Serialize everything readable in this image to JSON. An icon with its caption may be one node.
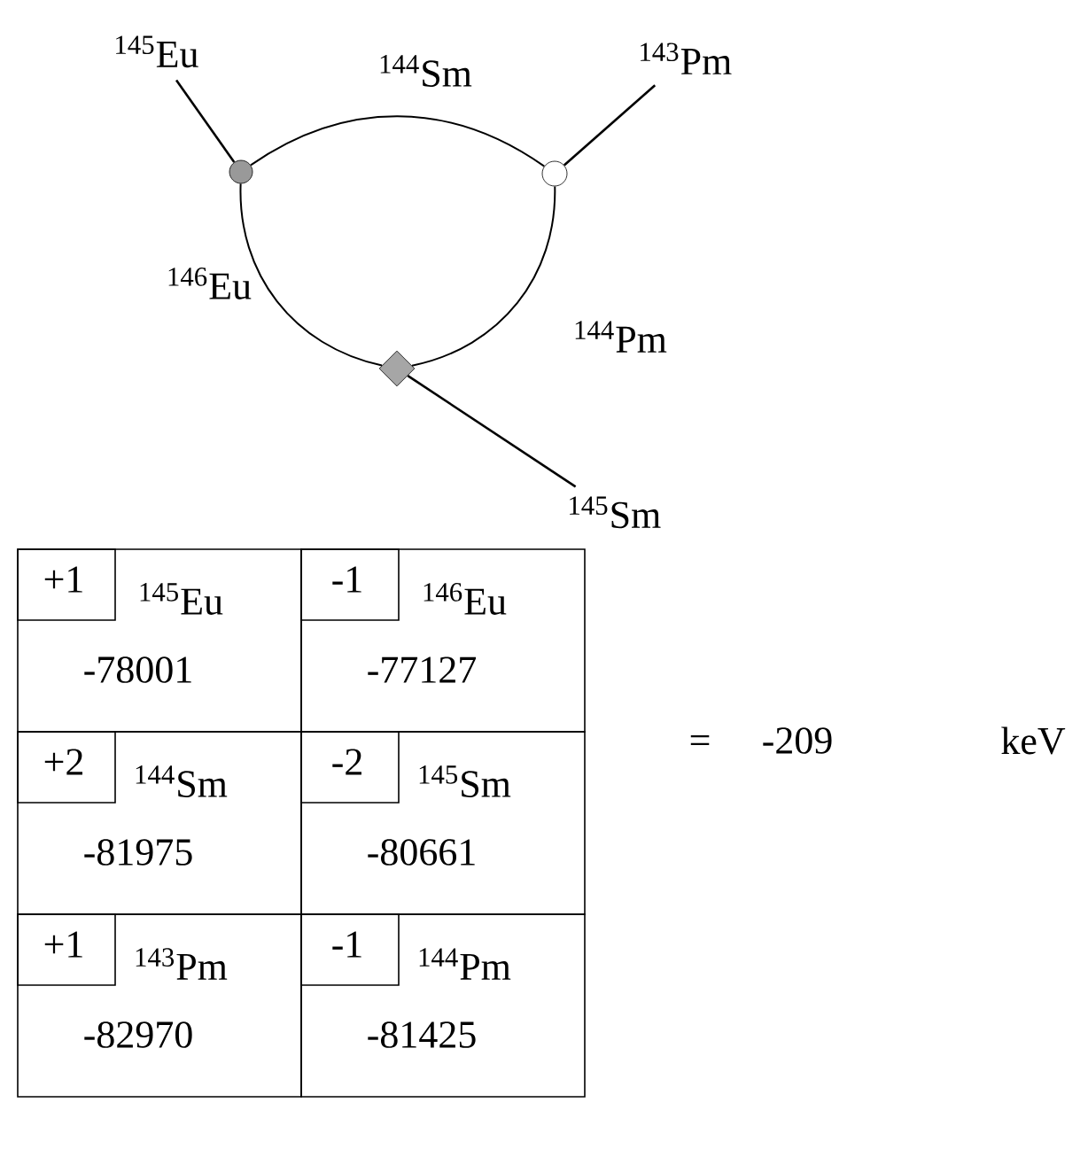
{
  "diagram": {
    "nodes": [
      {
        "text": [
          "$^{145}$Eu"
        ]
      },
      {
        "text": [
          "$^{143}$Pm"
        ]
      },
      {
        "text": [
          "$^{145}$Sm"
        ]
      },
      {
        "text": [],
        "shape": "circle"
      },
      {
        "text": [],
        "shape": "circle"
      },
      {
        "text": [],
        "shape": "diamond"
      }
    ],
    "edges": [
      {
        "from": 0,
        "to": 3,
        "arrow": "none"
      },
      {
        "from": 1,
        "to": 4,
        "arrow": "none"
      },
      {
        "from": 2,
        "to": 5,
        "arrow": "none"
      },
      {
        "from": 3,
        "to": 4,
        "arrow": "none",
        "label": "$^{144}$Sm"
      },
      {
        "from": 3,
        "to": 5,
        "arrow": "none",
        "label": "$^{146}$Eu"
      },
      {
        "from": 4,
        "to": 5,
        "arrow": "none",
        "label": "$^{144}$Pm"
      }
    ],
    "labels": [
      "+1",
      "$^{145}$Eu",
      "-78001",
      "-1",
      "$^{146}$Eu",
      "-77127",
      "+2",
      "$^{144}$Sm",
      "-81975",
      "-2",
      "$^{145}$Sm",
      "-80661",
      "+1",
      "$^{143}$Pm",
      "-82970",
      "-1",
      "$^{144}$Pm",
      "-81425",
      "=",
      "-209",
      "keV"
    ]
  }
}
